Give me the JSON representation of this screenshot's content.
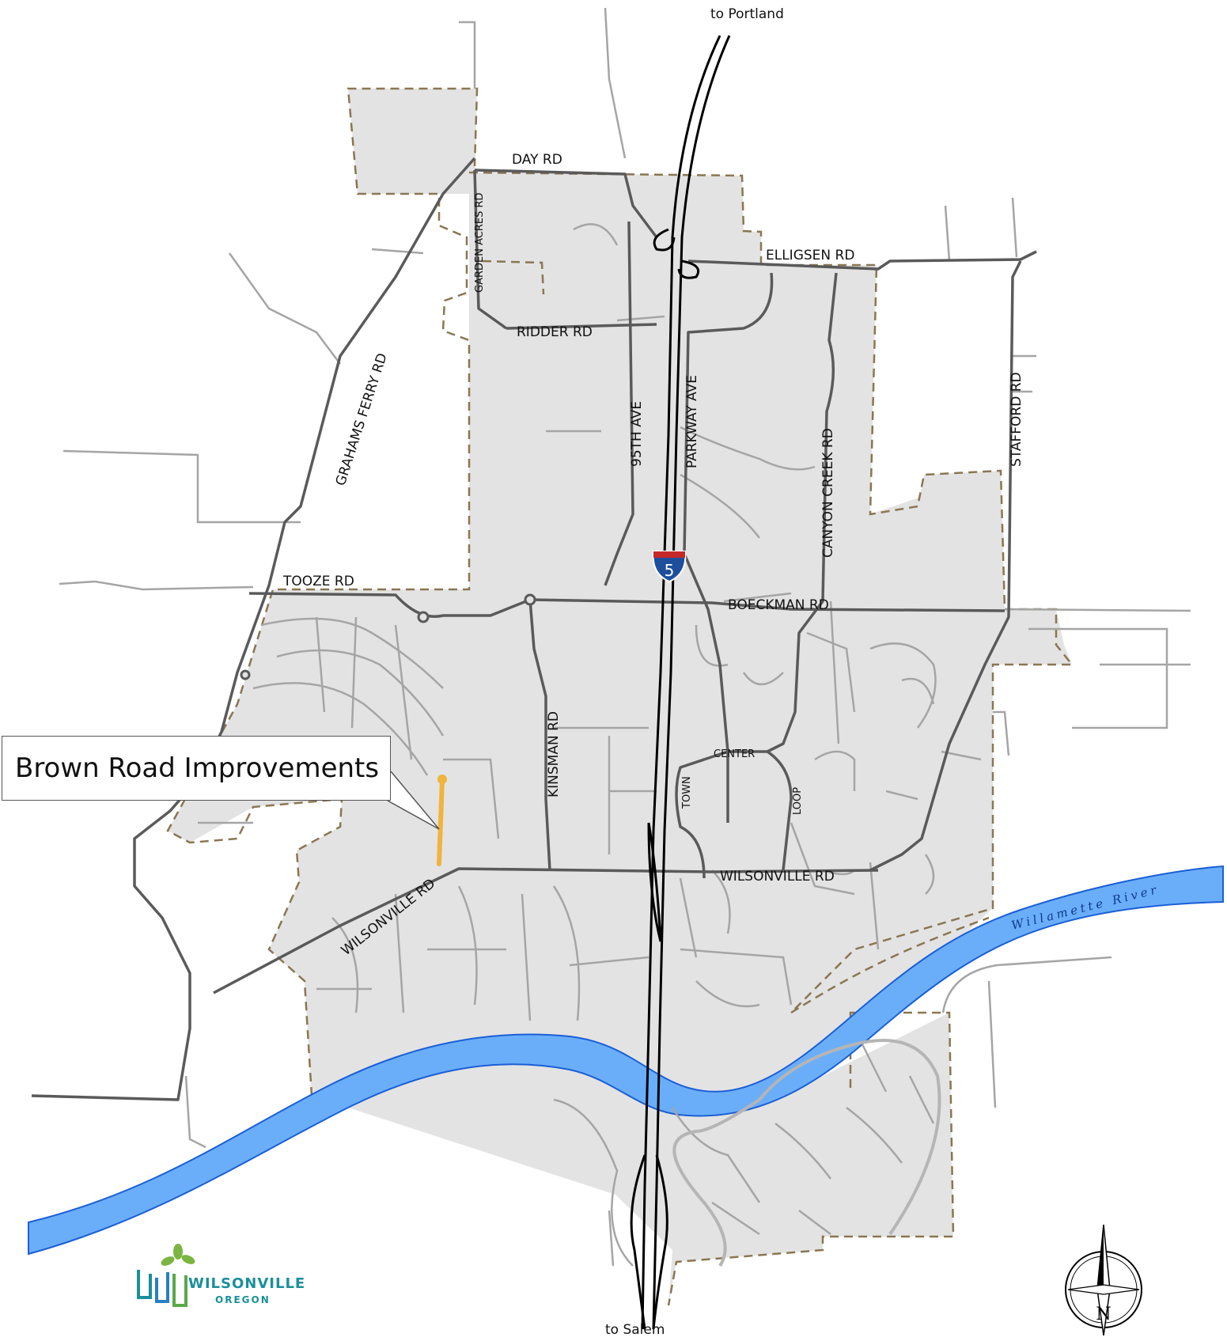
{
  "map": {
    "direction_north": "to Portland",
    "direction_south": "to Salem",
    "callout": "Brown Road Improvements",
    "interstate": "5",
    "river": "Willamette River",
    "compass_letter": "N",
    "roads": {
      "day": "DAY RD",
      "elligsen": "ELLIGSEN RD",
      "garden_acres": "GARDEN ACRES RD",
      "ridder": "RIDDER RD",
      "grahams_ferry": "GRAHAMS FERRY RD",
      "ave95": "95TH AVE",
      "parkway": "PARKWAY AVE",
      "canyon_creek": "CANYON CREEK RD",
      "stafford": "STAFFORD RD",
      "tooze": "TOOZE RD",
      "boeckman": "BOECKMAN RD",
      "kinsman": "KINSMAN RD",
      "town": "TOWN",
      "center": "CENTER",
      "loop": "LOOP",
      "wilsonville_e": "WILSONVILLE RD",
      "wilsonville_w": "WILSONVILLE RD"
    }
  },
  "logo": {
    "name": "WILSONVILLE",
    "sub": "OREGON"
  },
  "colors": {
    "city": "#e3e3e3",
    "river": "#6aaefa",
    "boundary": "#8a7652",
    "project": "#f0b43c"
  }
}
